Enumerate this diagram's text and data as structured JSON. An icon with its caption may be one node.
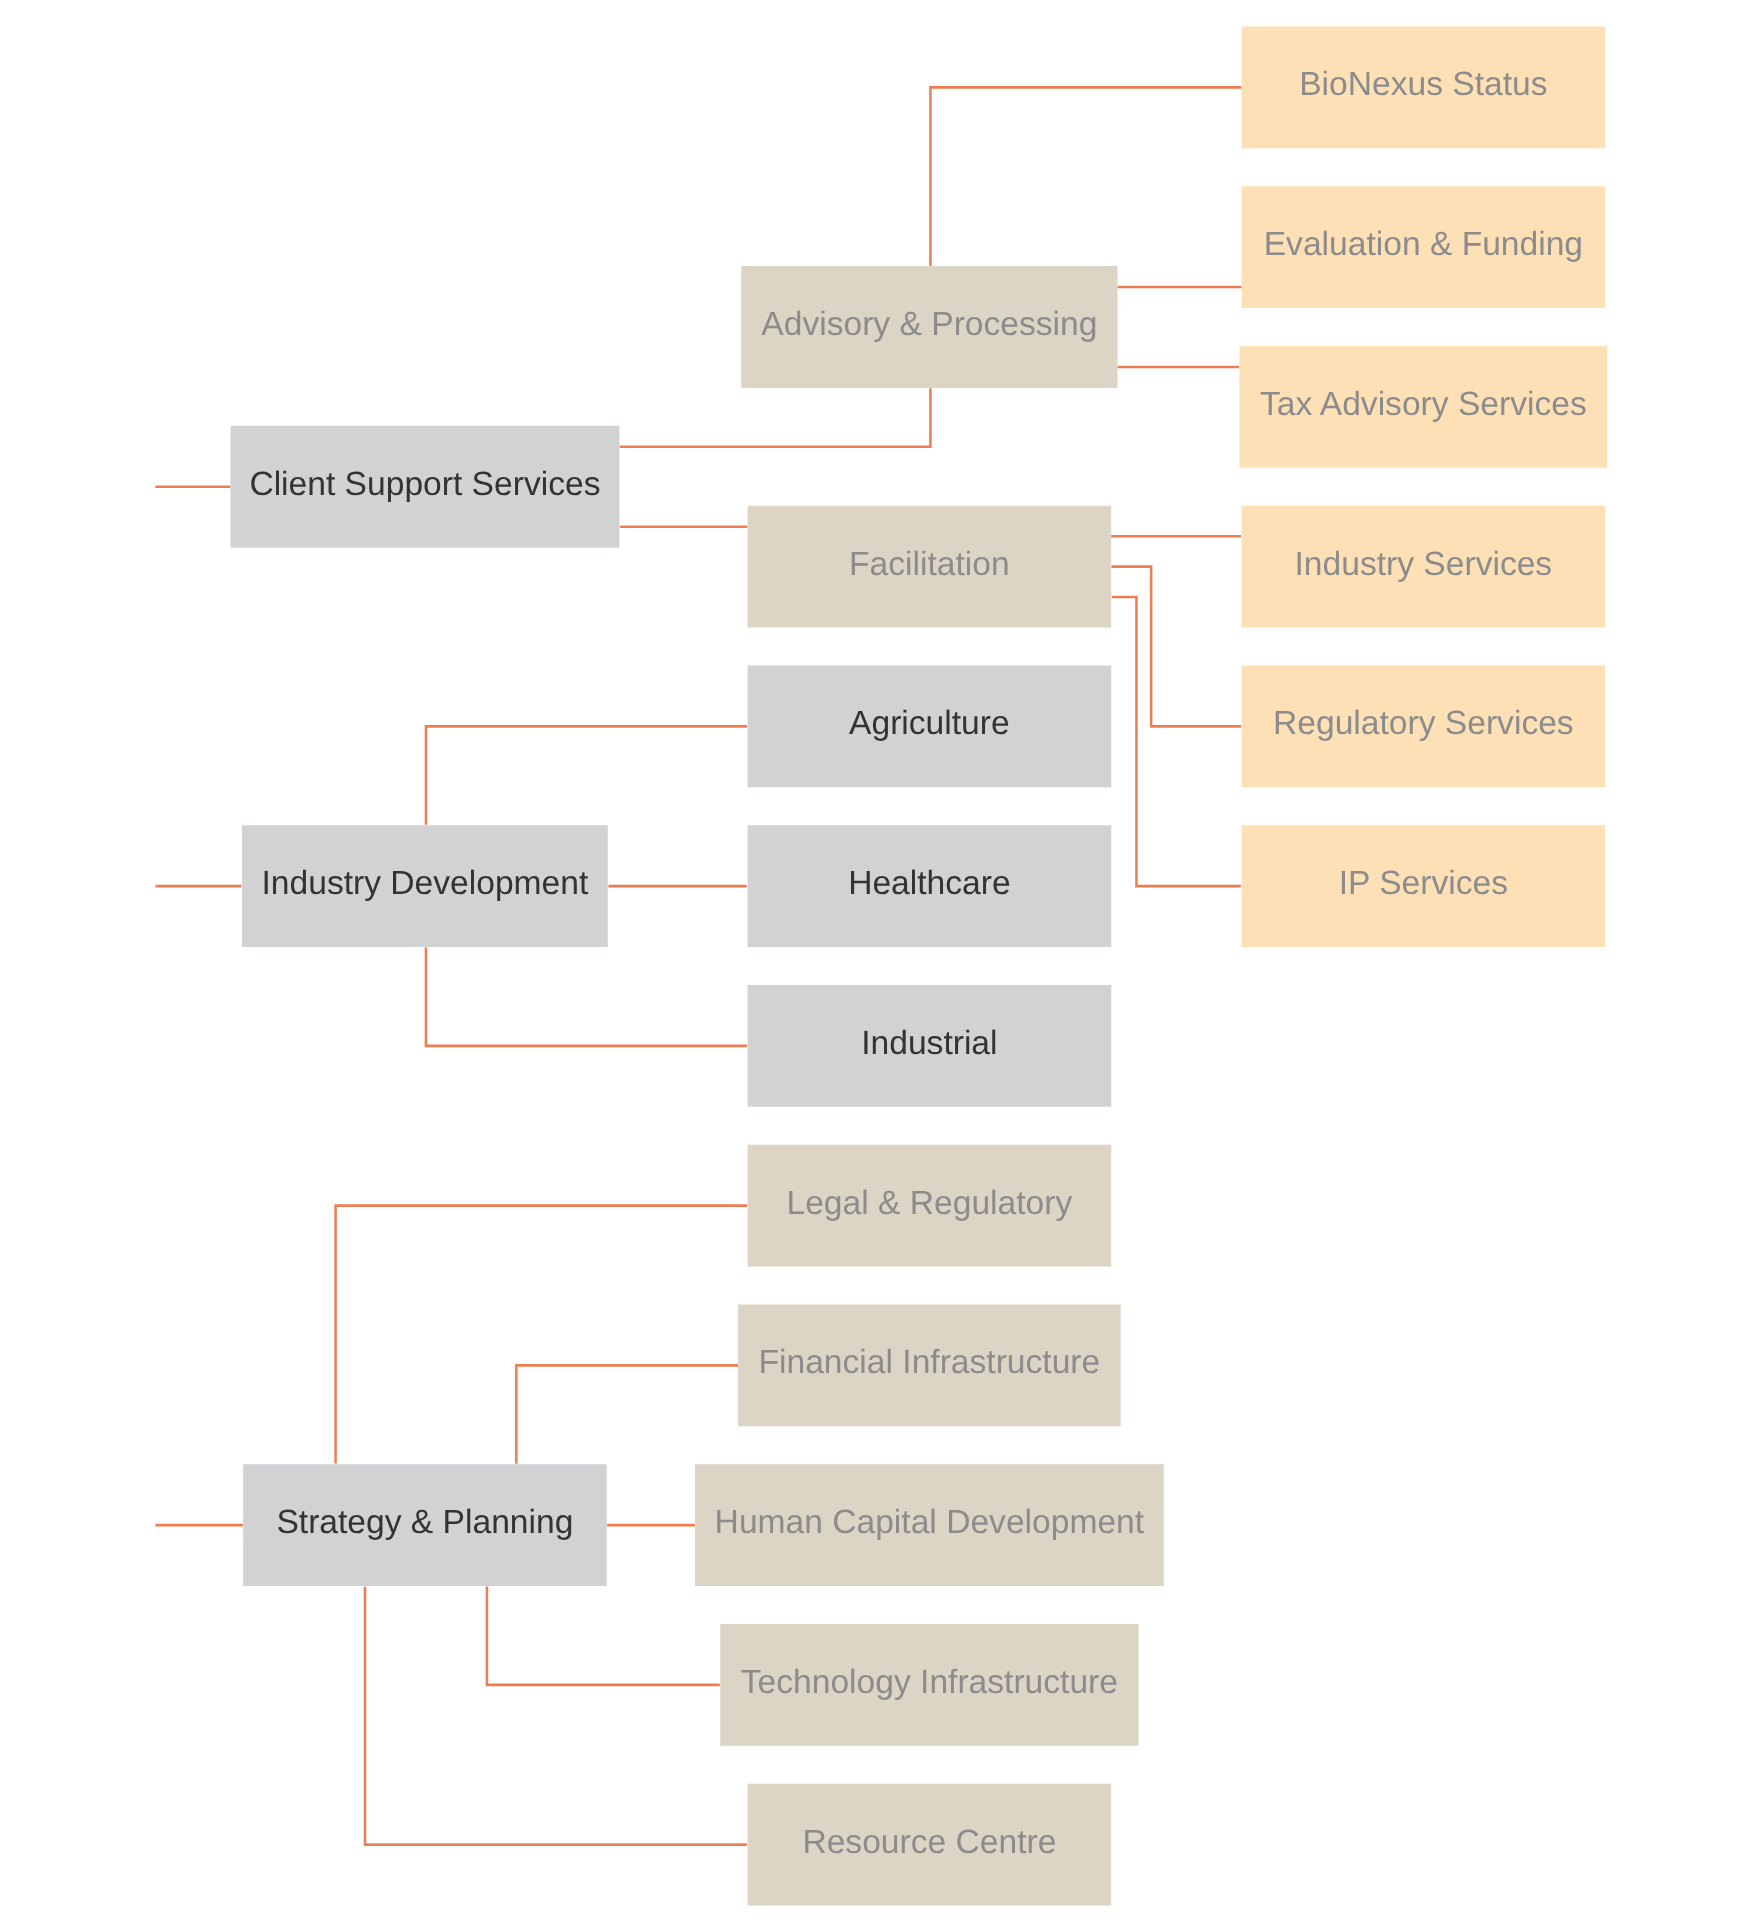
{
  "diagram": {
    "nodes": [
      {
        "text": [
          "Strategy & Planning"
        ]
      },
      {
        "text": [
          "Legal & Regulatory"
        ]
      },
      {
        "text": [
          "Financial Infrastructure"
        ]
      },
      {
        "text": [
          "Human Capital Development"
        ]
      },
      {
        "text": [
          "Technology Infrastructure"
        ]
      },
      {
        "text": [
          "Resource Centre"
        ]
      },
      {
        "text": [
          "Industry Development"
        ]
      },
      {
        "text": [
          "Agriculture"
        ]
      },
      {
        "text": [
          "Healthcare"
        ]
      },
      {
        "text": [
          "Industrial"
        ]
      },
      {
        "text": [
          "Client Support Services"
        ]
      },
      {
        "text": [
          "Advisory & Processing"
        ]
      },
      {
        "text": [
          "BioNexus Status"
        ]
      },
      {
        "text": [
          "Evaluation & Funding"
        ]
      },
      {
        "text": [
          "Tax Advisory Services"
        ]
      },
      {
        "text": [
          "Facilitation"
        ]
      },
      {
        "text": [
          "Industry Services"
        ]
      },
      {
        "text": [
          "Regulatory Services"
        ]
      },
      {
        "text": [
          "IP Services"
        ]
      }
    ],
    "edges": [
      {
        "from": null,
        "to": 0,
        "arrow": "none"
      },
      {
        "from": null,
        "to": 6,
        "arrow": "none"
      },
      {
        "from": null,
        "to": 10,
        "arrow": "none"
      },
      {
        "from": 0,
        "to": 1,
        "arrow": "none"
      },
      {
        "from": 0,
        "to": 2,
        "arrow": "none"
      },
      {
        "from": 0,
        "to": 3,
        "arrow": "none"
      },
      {
        "from": 0,
        "to": 4,
        "arrow": "none"
      },
      {
        "from": 0,
        "to": 5,
        "arrow": "none"
      },
      {
        "from": 6,
        "to": 7,
        "arrow": "none"
      },
      {
        "from": 6,
        "to": 8,
        "arrow": "none"
      },
      {
        "from": 6,
        "to": 9,
        "arrow": "none"
      },
      {
        "from": 10,
        "to": 11,
        "arrow": "none"
      },
      {
        "from": 11,
        "to": 12,
        "arrow": "none"
      },
      {
        "from": 11,
        "to": 13,
        "arrow": "none"
      },
      {
        "from": 11,
        "to": 14,
        "arrow": "none"
      },
      {
        "from": 10,
        "to": 15,
        "arrow": "none"
      },
      {
        "from": 15,
        "to": 16,
        "arrow": "none"
      },
      {
        "from": 15,
        "to": 17,
        "arrow": "none"
      },
      {
        "from": 15,
        "to": 18,
        "arrow": "none"
      }
    ]
  }
}
